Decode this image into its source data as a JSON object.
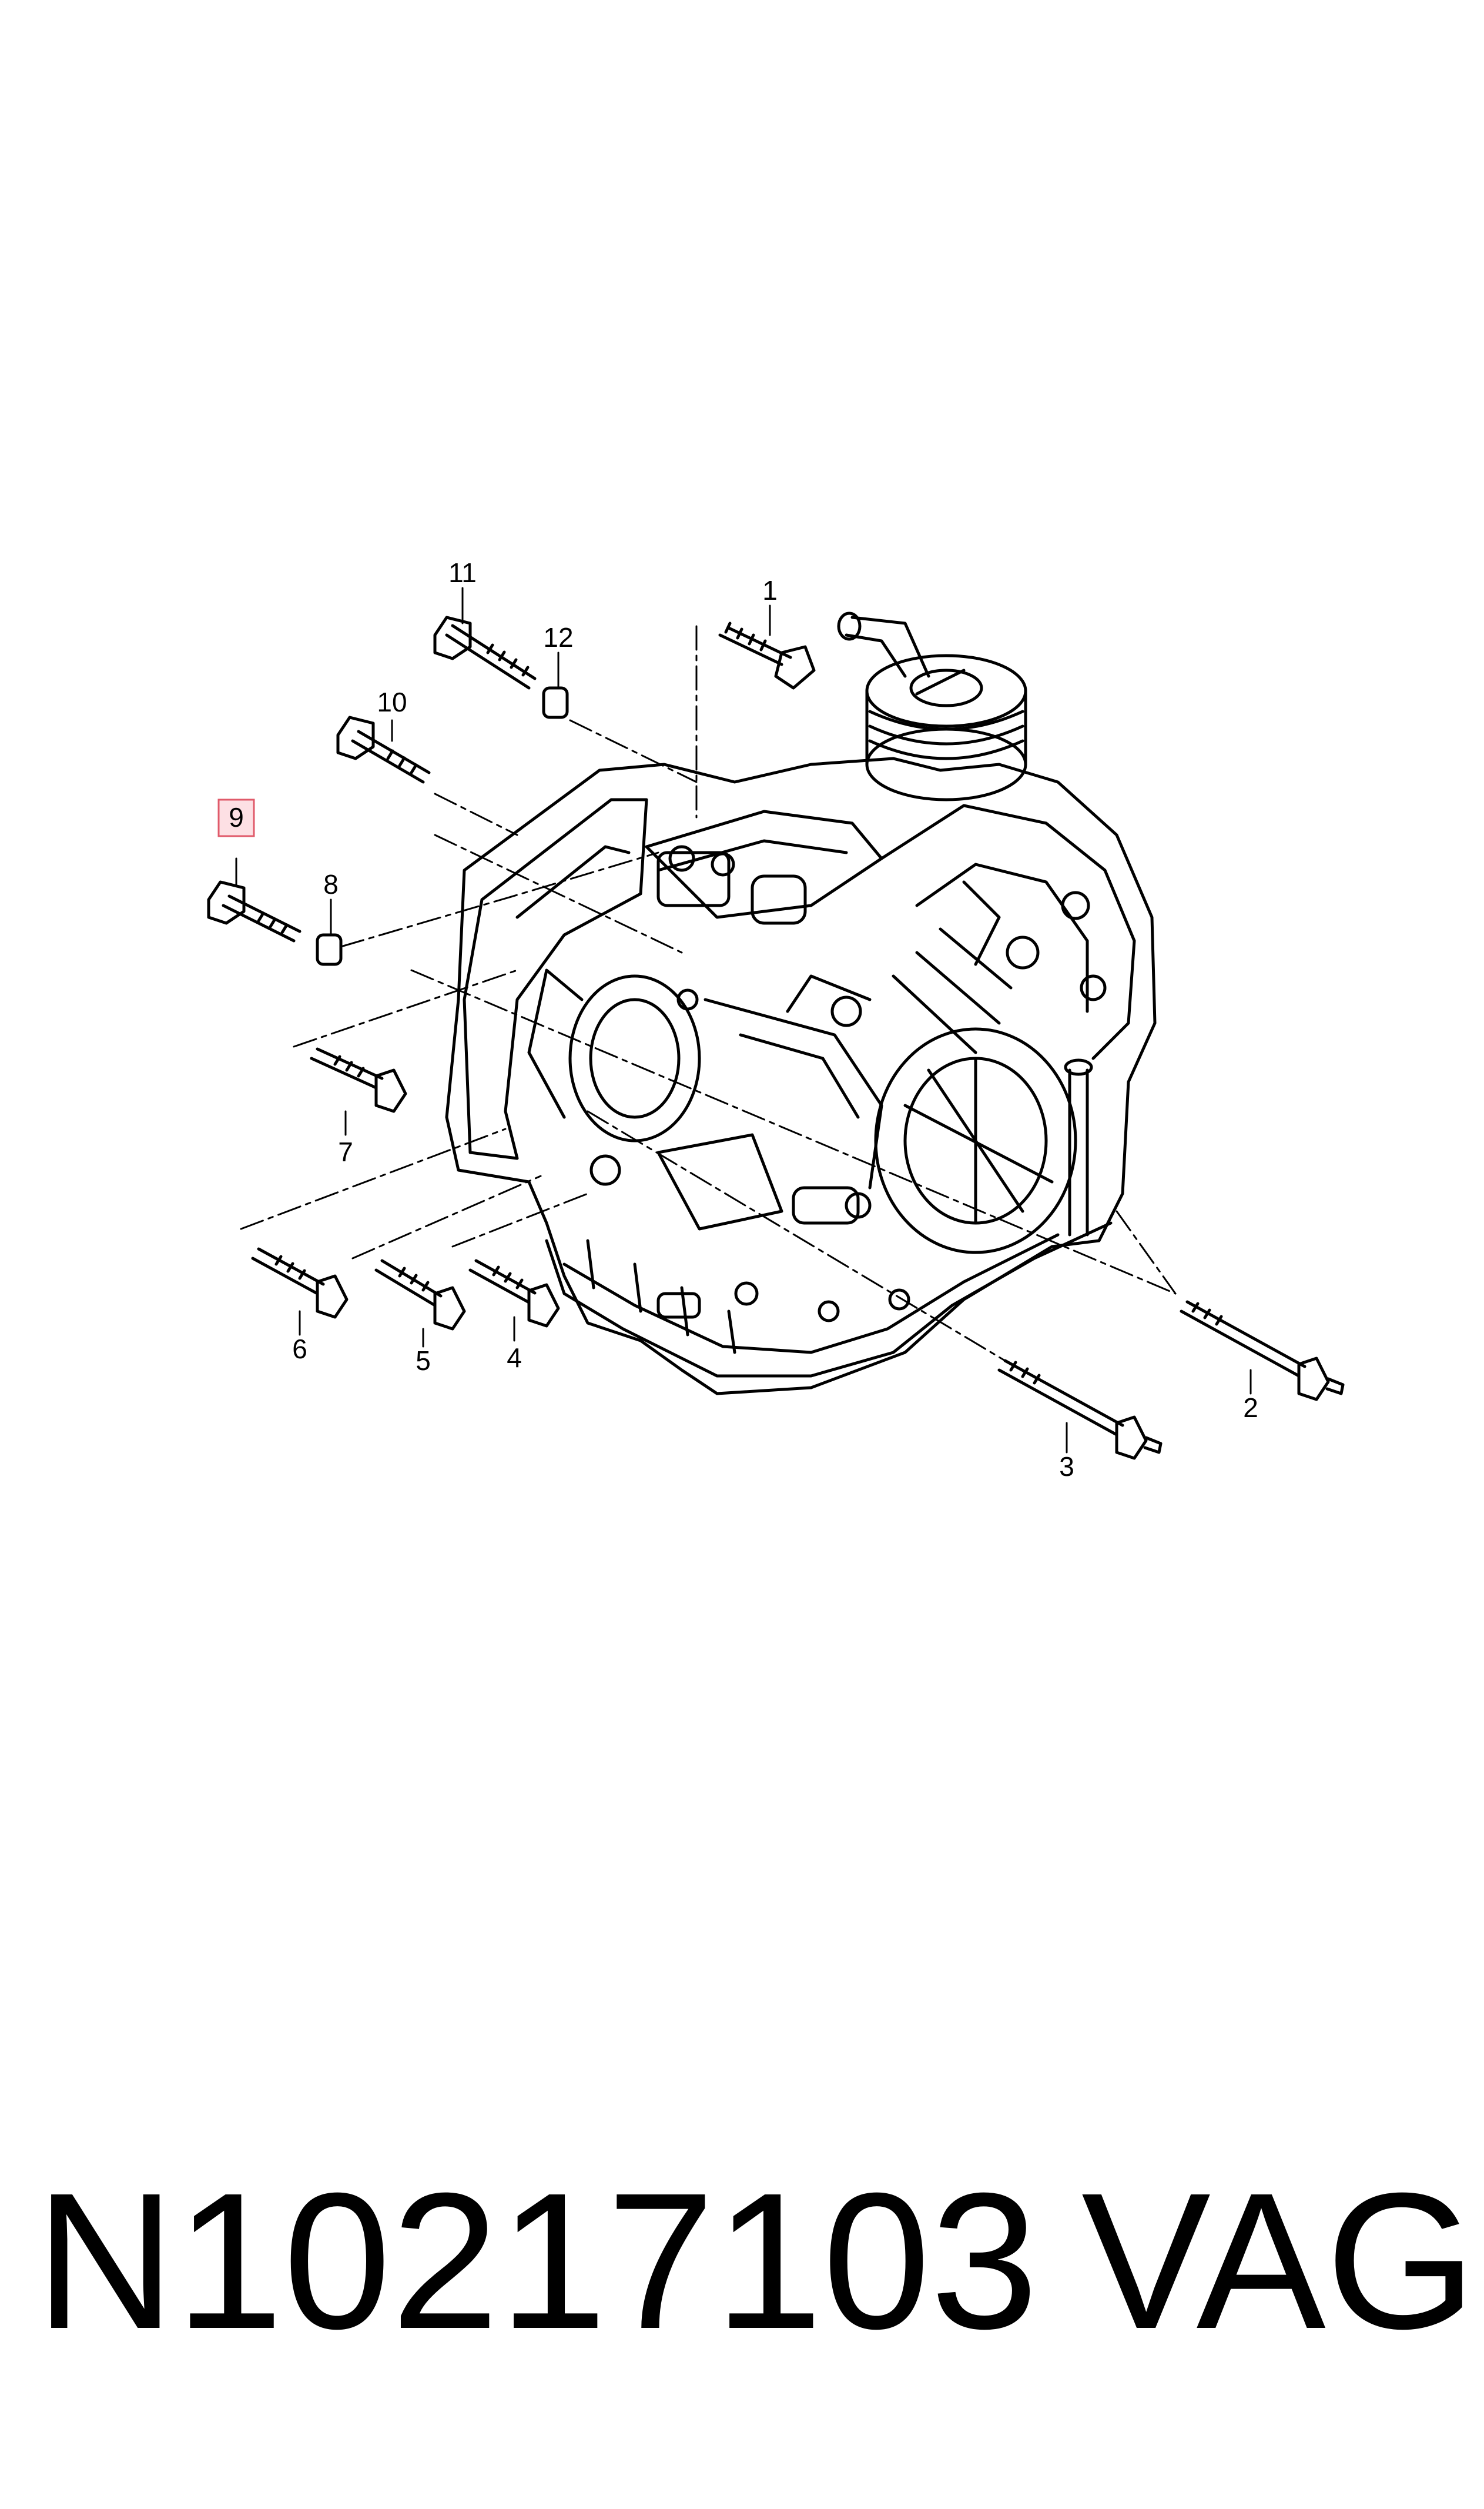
{
  "callouts": [
    {
      "id": "1",
      "label": "1"
    },
    {
      "id": "2",
      "label": "2"
    },
    {
      "id": "3",
      "label": "3"
    },
    {
      "id": "4",
      "label": "4"
    },
    {
      "id": "5",
      "label": "5"
    },
    {
      "id": "6",
      "label": "6"
    },
    {
      "id": "7",
      "label": "7"
    },
    {
      "id": "8",
      "label": "8"
    },
    {
      "id": "9",
      "label": "9",
      "highlighted": true
    },
    {
      "id": "10",
      "label": "10"
    },
    {
      "id": "11",
      "label": "11"
    },
    {
      "id": "12",
      "label": "12"
    }
  ],
  "footer": {
    "part_number": "N10217103",
    "brand": "VAG"
  },
  "colors": {
    "line": "#000000",
    "highlight_fill": "#fde0e4",
    "highlight_stroke": "#e05a6a"
  }
}
